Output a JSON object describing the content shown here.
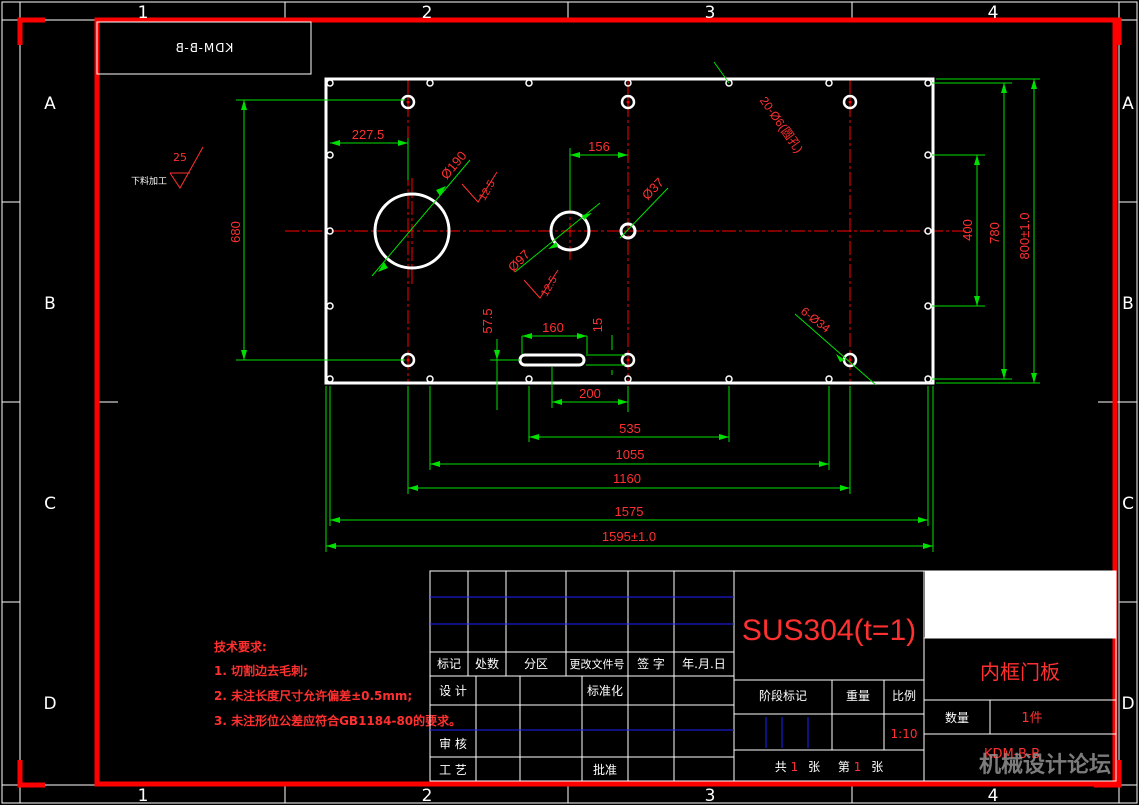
{
  "colors": {
    "background": "#000000",
    "border": "#ff0000",
    "outline": "#ffffff",
    "dimension": "#00e000",
    "text": "#ff3030",
    "titleblock_line": "#0000ff"
  },
  "grid": {
    "top_numbers": [
      "1",
      "2",
      "3",
      "4"
    ],
    "bottom_numbers": [
      "1",
      "2",
      "3",
      "4"
    ],
    "side_letters": [
      "A",
      "B",
      "C",
      "D"
    ]
  },
  "drawing_code_mirrored": "KDM-B-B",
  "surface_finish": {
    "value": "25",
    "note": "下料加工"
  },
  "dimensions": {
    "d227": "227.5",
    "d156": "156",
    "d680": "680",
    "d400": "400",
    "d780": "780",
    "d800": "800±1.0",
    "d190": "Ø190",
    "d190_rough": "12.5",
    "d37": "Ø37",
    "d97": "Ø97",
    "d97_rough": "12.5",
    "holes20": "20-Ø6(圆孔)",
    "holes6": "6-Ø34",
    "d57": "57.5",
    "d160": "160",
    "d15": "15",
    "d200": "200",
    "d535": "535",
    "d1055": "1055",
    "d1160": "1160",
    "d1575": "1575",
    "d1595": "1595±1.0"
  },
  "notes": {
    "title": "技术要求:",
    "items": [
      "1. 切割边去毛刺;",
      "2. 未注长度尺寸允许偏差±0.5mm;",
      "3. 未注形位公差应符合GB1184-80的要求。"
    ]
  },
  "title_block": {
    "material": "SUS304(t=1)",
    "part_name": "内框门板",
    "code": "KDM-B-B",
    "headers": [
      "标记",
      "处数",
      "分区",
      "更改文件号",
      "签 字",
      "年.月.日"
    ],
    "design": "设 计",
    "standardize": "标准化",
    "review": "审 核",
    "process": "工 艺",
    "approve": "批准",
    "stage_mark": "阶段标记",
    "weight": "重量",
    "scale_label": "比例",
    "scale_value": "1:10",
    "quantity_label": "数量",
    "quantity_value": "1件",
    "sheets_total_a": "共",
    "sheets_total_n": "1",
    "sheets_total_b": "张",
    "sheet_no_a": "第",
    "sheet_no_n": "1",
    "sheet_no_b": "张"
  },
  "watermark": "机械设计论坛"
}
